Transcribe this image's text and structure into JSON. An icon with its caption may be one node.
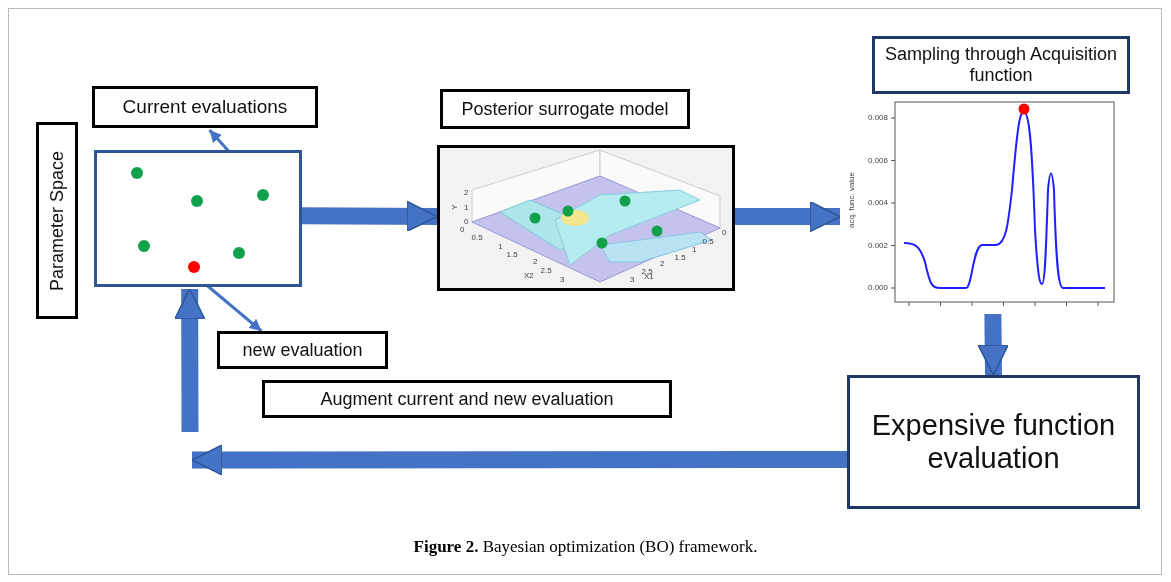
{
  "diagram": {
    "caption": "**Figure 2.** Bayesian optimization (BO) framework.",
    "nodes": [
      {
        "text": [
          "Current evaluations"
        ]
      },
      {
        "text": [
          "Parameter Space"
        ]
      },
      {
        "text": [],
        "shape": "box"
      },
      {
        "text": [],
        "shape": "circle",
        "in": 2
      },
      {
        "text": [],
        "shape": "circle",
        "in": 2
      },
      {
        "text": [],
        "shape": "circle",
        "in": 2
      },
      {
        "text": [],
        "shape": "circle",
        "in": 2
      },
      {
        "text": [],
        "shape": "circle",
        "in": 2
      },
      {
        "text": [],
        "shape": "circle",
        "in": 2
      },
      {
        "text": [
          "new evaluation"
        ]
      },
      {
        "text": [
          "Posterior surrogate model"
        ]
      },
      {
        "text": [],
        "shape": "chart"
      },
      {
        "text": [
          "Sampling through Acquisition function"
        ]
      },
      {
        "text": [],
        "shape": "chart"
      },
      {
        "text": [
          "Augment current and new evaluation"
        ]
      },
      {
        "text": [
          "Expensive function evaluation"
        ]
      }
    ],
    "edges": [
      {
        "from": 8,
        "to": 0,
        "arrow": "to"
      },
      {
        "from": 5,
        "to": 9,
        "arrow": "to"
      },
      {
        "from": 2,
        "to": 11,
        "arrow": "to"
      },
      {
        "from": 11,
        "to": 13,
        "arrow": "to"
      },
      {
        "from": 13,
        "to": 15,
        "arrow": "to"
      },
      {
        "from": 15,
        "to": null,
        "arrow": "to"
      },
      {
        "from": null,
        "to": 2,
        "arrow": "to"
      }
    ],
    "labels": [
      "2",
      "1",
      "0",
      "Y",
      "0",
      "0.5",
      "1",
      "1.5",
      "2",
      "2.5",
      "3",
      "X2",
      "0",
      "0.5",
      "1",
      "1.5",
      "2",
      "2.5",
      "3",
      "X1",
      "0.008",
      "0.006",
      "0.004",
      "0.002",
      "0.000",
      "acq. func. value"
    ]
  }
}
